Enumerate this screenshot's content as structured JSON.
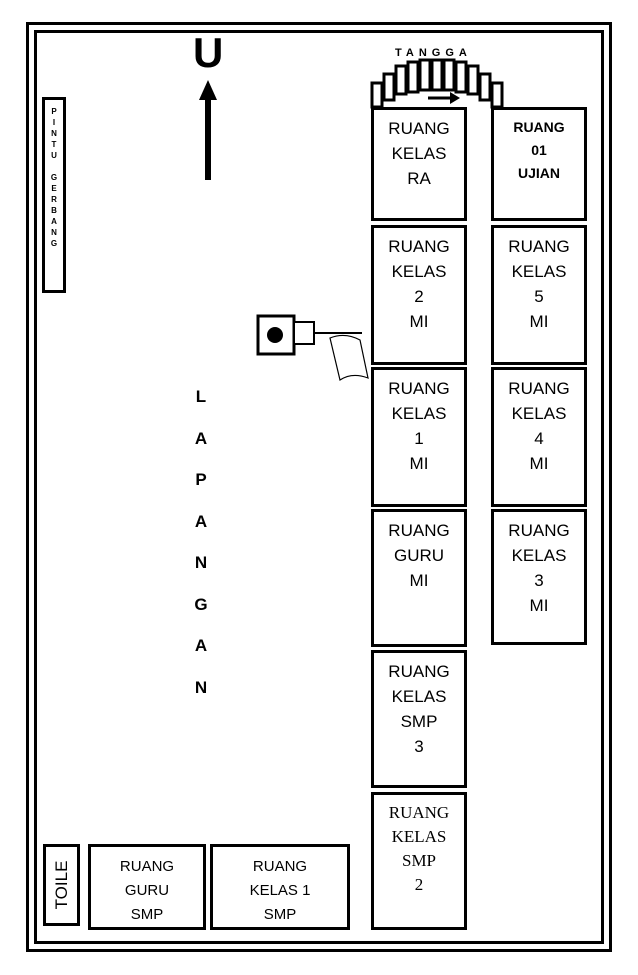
{
  "north": {
    "label": "U"
  },
  "stairs": {
    "label": "TANGGA"
  },
  "gate": {
    "letters": [
      "P",
      "I",
      "N",
      "T",
      "U",
      "",
      "G",
      "E",
      "R",
      "B",
      "A",
      "N",
      "G"
    ]
  },
  "field": {
    "letters": [
      "L",
      "A",
      "P",
      "A",
      "N",
      "G",
      "A",
      "N"
    ]
  },
  "rooms": {
    "ra": [
      "RUANG",
      "KELAS",
      "RA"
    ],
    "ujian": [
      "RUANG",
      "01",
      "UJIAN"
    ],
    "kelas2mi": [
      "RUANG",
      "KELAS",
      "2",
      "MI"
    ],
    "kelas5mi": [
      "RUANG",
      "KELAS",
      "5",
      "MI"
    ],
    "kelas1mi": [
      "RUANG",
      "KELAS",
      "1",
      "MI"
    ],
    "kelas4mi": [
      "RUANG",
      "KELAS",
      "4",
      "MI"
    ],
    "guru_mi": [
      "RUANG",
      "GURU",
      "MI"
    ],
    "kelas3mi": [
      "RUANG",
      "KELAS",
      "3",
      "MI"
    ],
    "smp3": [
      "RUANG",
      "KELAS",
      "SMP",
      "3"
    ],
    "smp2": [
      "RUANG",
      "KELAS",
      "SMP",
      "2"
    ],
    "guru_smp": [
      "RUANG",
      "GURU",
      "SMP"
    ],
    "kelas1smp": [
      "RUANG",
      "KELAS 1",
      "SMP"
    ]
  },
  "toilet": {
    "label": "TOILE"
  }
}
